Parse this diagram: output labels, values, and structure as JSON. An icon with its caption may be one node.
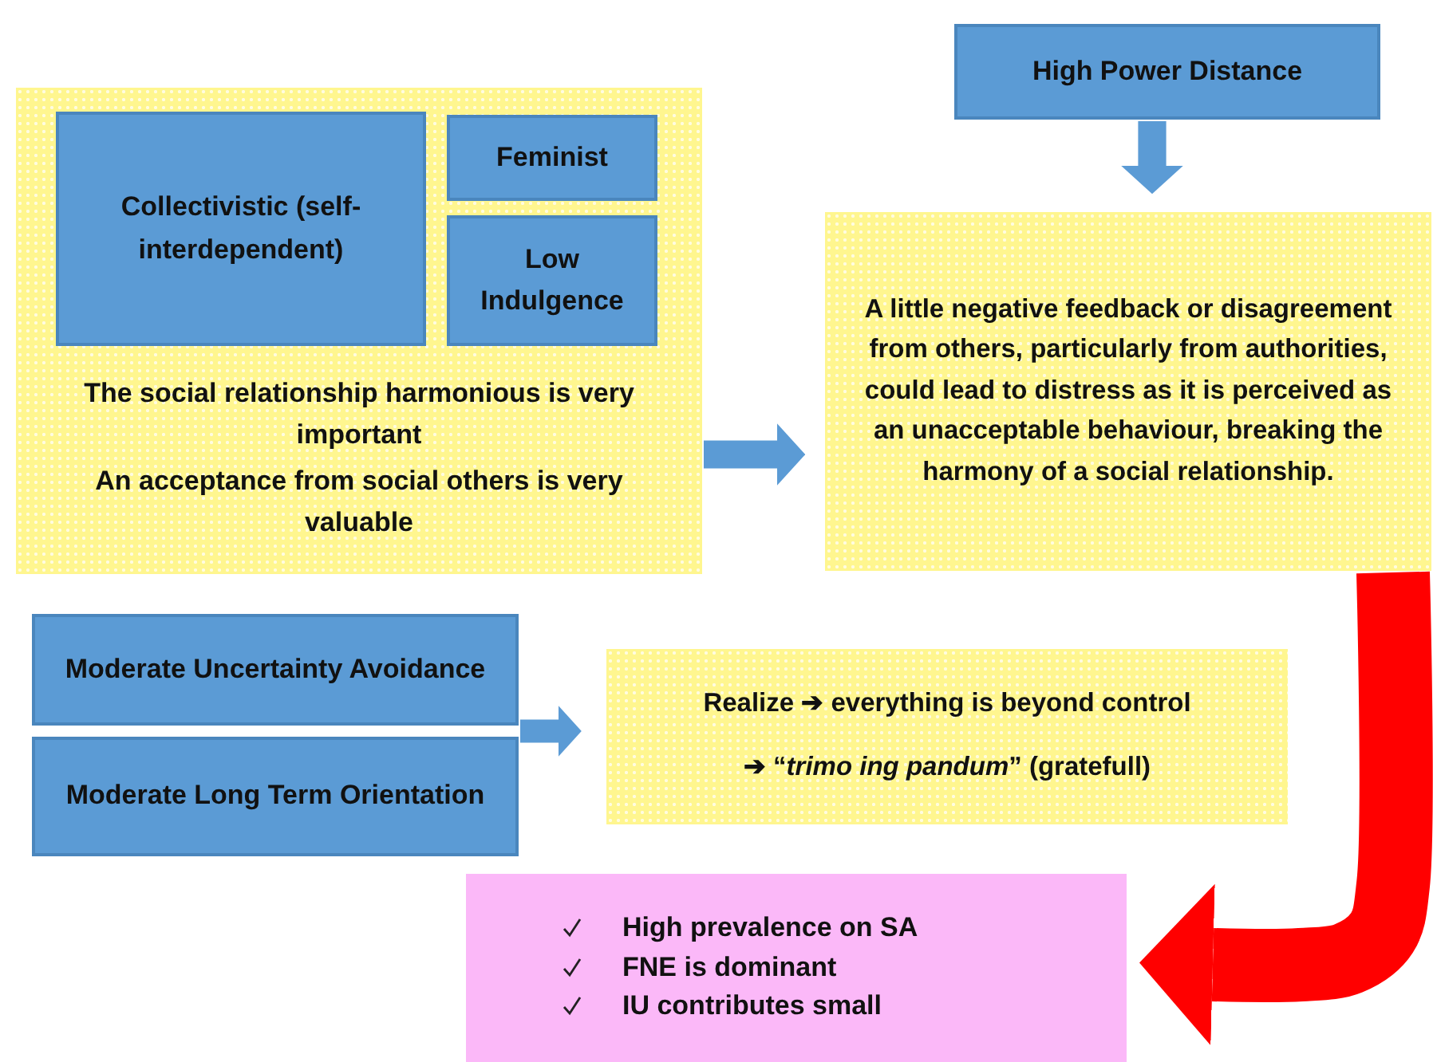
{
  "diagram": {
    "nodes": [
      {
        "text": [
          "The social relationship harmonious is very important",
          "An acceptance from social others is very valuable"
        ]
      },
      {
        "text": [
          "Collectivistic (self-interdependent)"
        ],
        "in": 0
      },
      {
        "text": [
          "Feminist"
        ],
        "in": 0
      },
      {
        "text": [
          "Low Indulgence"
        ],
        "in": 0
      },
      {
        "text": [
          "High Power Distance"
        ]
      },
      {
        "text": [
          "A little negative feedback or disagreement from others, particularly from authorities, could lead to distress as it is perceived as an unacceptable behaviour, breaking the harmony of a social relationship."
        ]
      },
      {
        "text": [
          "Moderate Uncertainty Avoidance"
        ]
      },
      {
        "text": [
          "Moderate Long Term Orientation"
        ]
      },
      {
        "text": [
          "Realize ➔ everything is beyond control",
          "➔ “*trimo ing pandum*” (gratefull)"
        ]
      },
      {
        "text": [
          "High prevalence on SA",
          "FNE is dominant",
          "IU contributes small"
        ]
      }
    ],
    "edges": [
      {
        "from": 0,
        "to": 5,
        "arrow": "to"
      },
      {
        "from": 4,
        "to": 5,
        "arrow": "to"
      },
      {
        "from": 6,
        "to": 8,
        "arrow": "to"
      },
      {
        "from": 7,
        "to": 8,
        "arrow": "to"
      },
      {
        "from": 5,
        "to": 9,
        "arrow": "to",
        "style": "thick",
        "color": "#ff0000"
      }
    ]
  }
}
